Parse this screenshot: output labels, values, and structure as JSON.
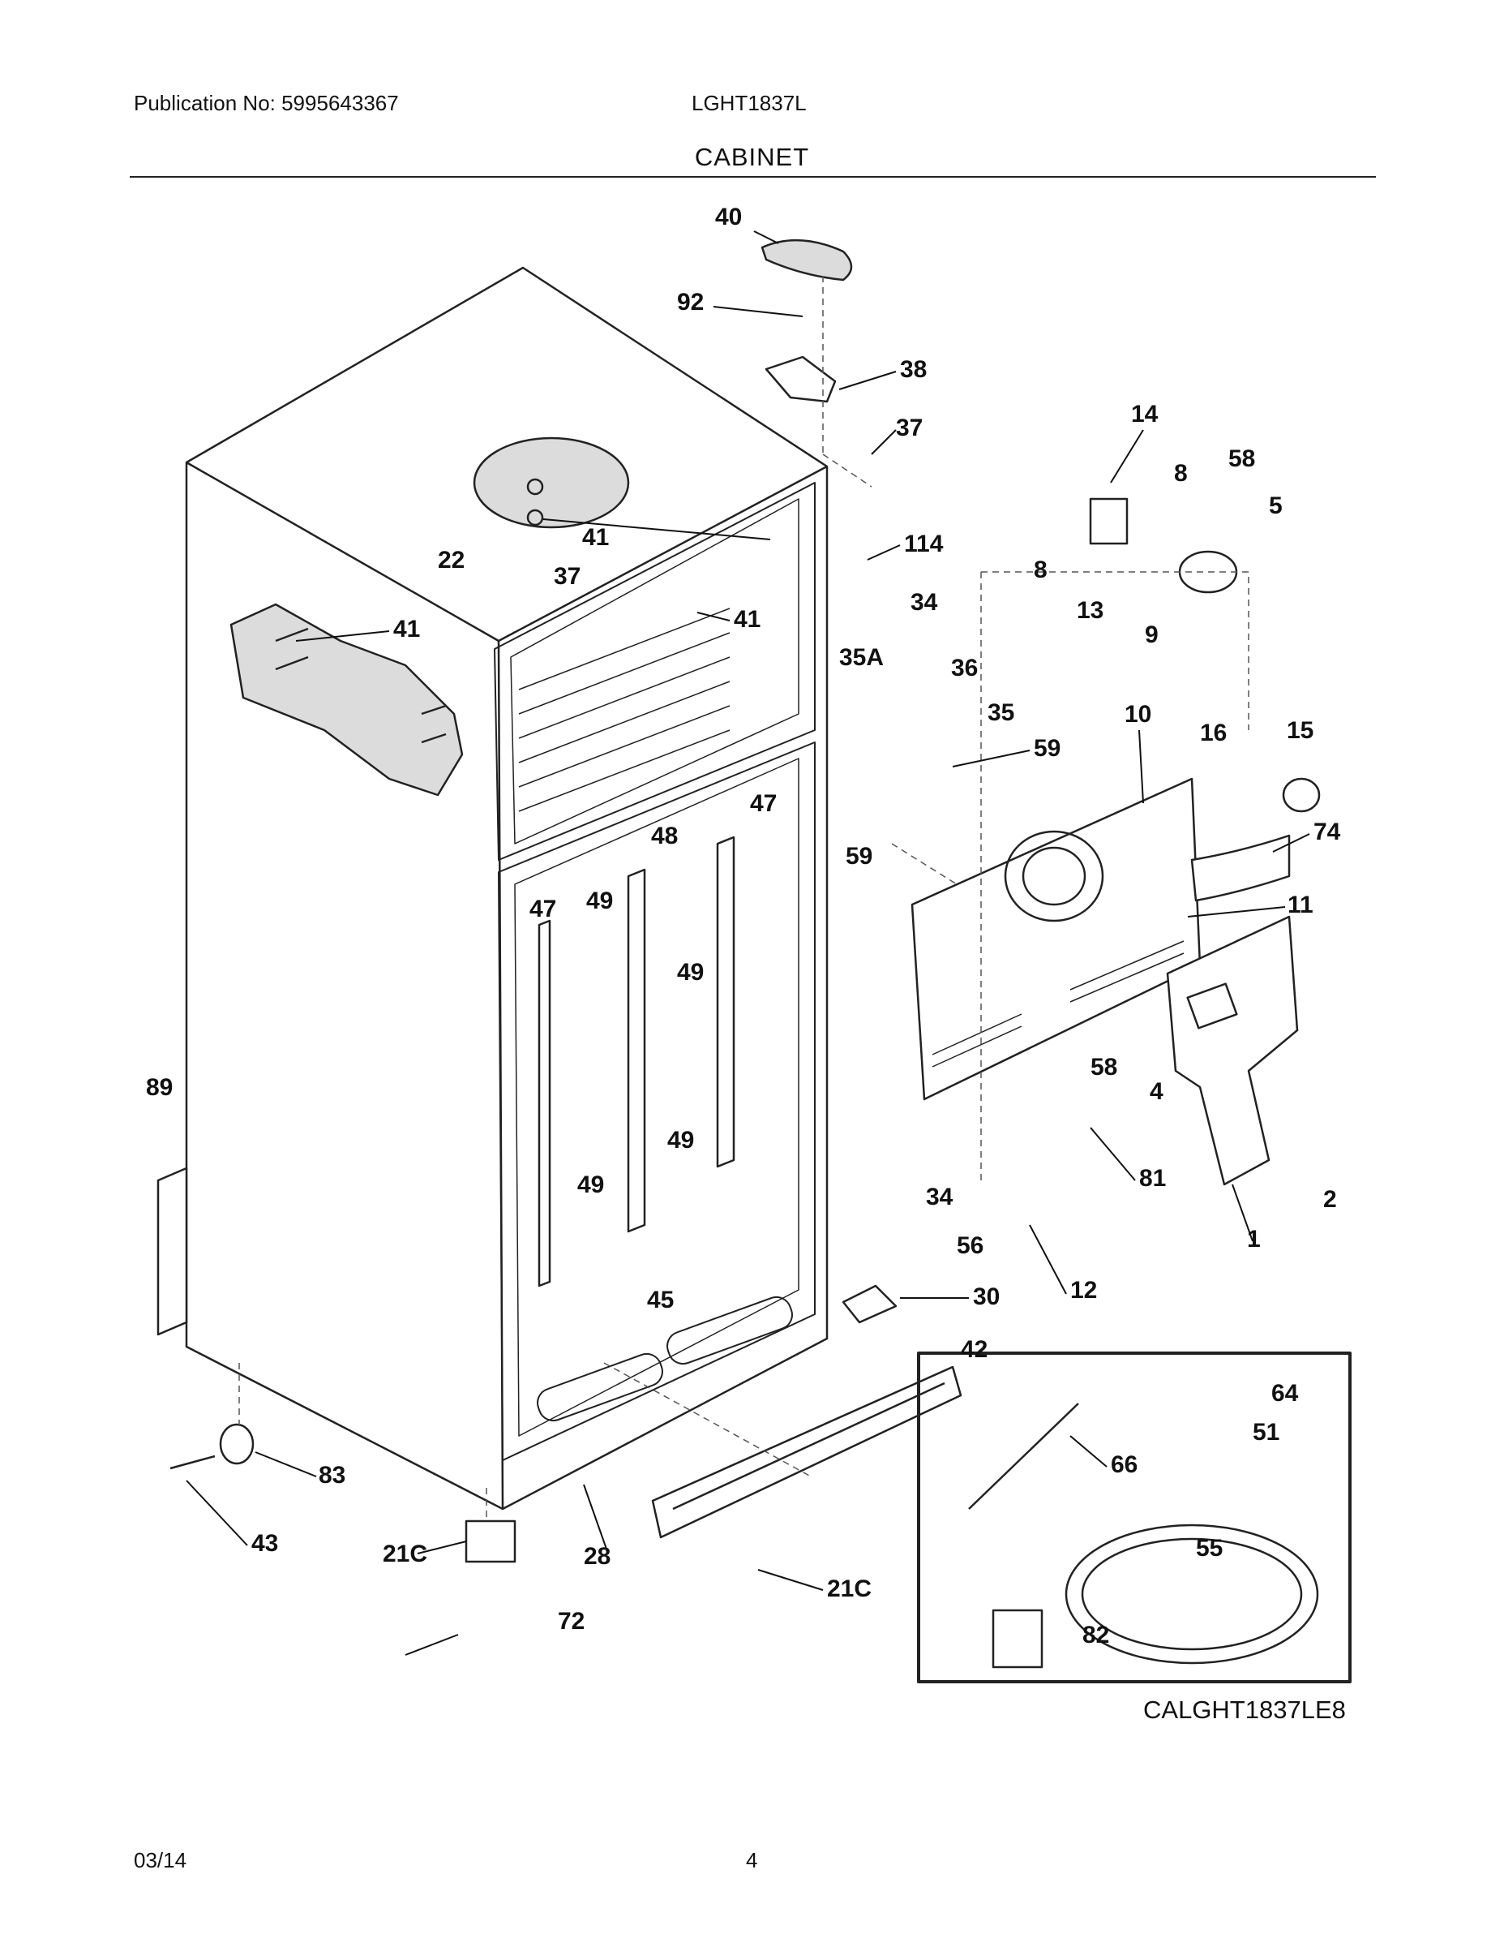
{
  "header": {
    "publication": "Publication No: 5995643367",
    "model": "LGHT1837L",
    "title": "CABINET"
  },
  "diagram_code": "CALGHT1837LE8",
  "footer": {
    "date": "03/14",
    "page": "4"
  },
  "callouts": [
    "40",
    "92",
    "38",
    "37",
    "14",
    "8",
    "58",
    "5",
    "41",
    "22",
    "37",
    "41",
    "114",
    "8",
    "13",
    "9",
    "34",
    "41",
    "35A",
    "36",
    "35",
    "59",
    "10",
    "16",
    "15",
    "74",
    "59",
    "47",
    "48",
    "47",
    "49",
    "49",
    "11",
    "58",
    "4",
    "89",
    "49",
    "49",
    "81",
    "2",
    "1",
    "34",
    "56",
    "12",
    "30",
    "42",
    "45",
    "64",
    "51",
    "66",
    "55",
    "82",
    "83",
    "43",
    "21C",
    "28",
    "72",
    "21C"
  ]
}
